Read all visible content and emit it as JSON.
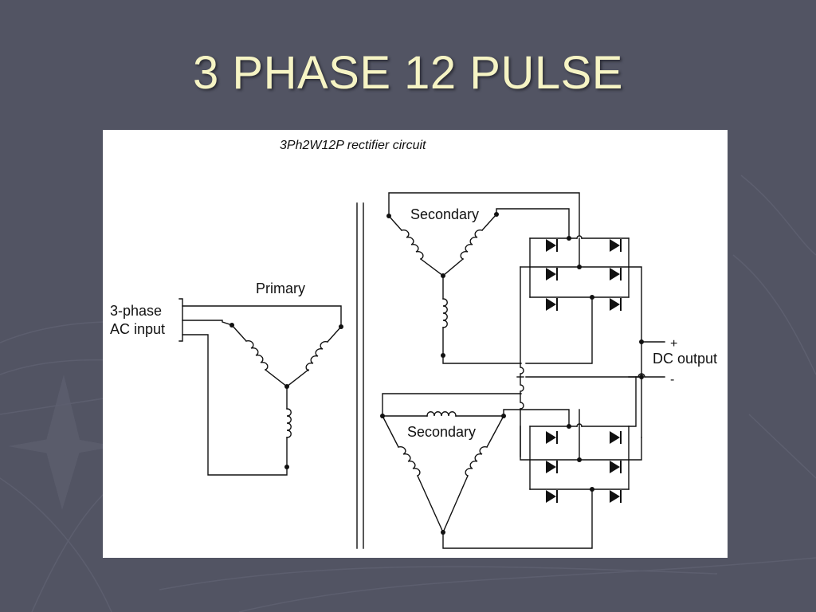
{
  "slide": {
    "title": "3 PHASE 12 PULSE",
    "colors": {
      "background": "#525463",
      "title": "#f6f4c4",
      "panel": "#ffffff",
      "ink": "#111111"
    }
  },
  "diagram": {
    "caption": "3Ph2W12P rectifier circuit",
    "primary_label": "Primary",
    "input_label_line1": "3-phase",
    "input_label_line2": "AC input",
    "secondary_top_label": "Secondary",
    "secondary_bottom_label": "Secondary",
    "dc_output_label": "DC output",
    "plus_label": "+",
    "minus_label": "-"
  }
}
